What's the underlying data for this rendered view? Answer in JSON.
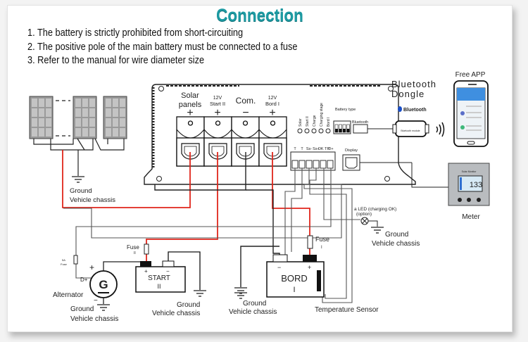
{
  "title": "Connection",
  "notes": [
    "1. The battery is strictly prohibited from short-circuiting",
    "2. The positive pole of the main battery must be connected to a fuse",
    "3. Refer to the manual for wire diameter size"
  ],
  "controller": {
    "terminals": [
      {
        "line1": "Solar",
        "line2": "panels",
        "polarity": "+"
      },
      {
        "line1": "12V",
        "line2": "Start II",
        "polarity": "+"
      },
      {
        "line1": "",
        "line2": "Com.",
        "polarity": "−"
      },
      {
        "line1": "12V",
        "line2": "Bord I",
        "polarity": "+"
      }
    ],
    "leds": [
      "Solar",
      "Start II",
      "Charge",
      "Charging stage",
      "Bord I"
    ],
    "battery_type_label": "Battery type",
    "bluetooth_port": "Bluetooth",
    "signal_pins": [
      "T",
      "T",
      "Ss-",
      "Ss+",
      "OK TR",
      "D+"
    ],
    "display_port": "Display"
  },
  "bluetooth": {
    "title_line1": "Bluetooth",
    "title_line2": "Dongle",
    "logo_text": "Bluetooth",
    "module_text": "Bluetooth module"
  },
  "app": {
    "label": "Free APP"
  },
  "meter": {
    "label": "Meter",
    "reading": "133",
    "brand": "Solar Monitor"
  },
  "solar": {
    "ground_line1": "Ground",
    "ground_line2": "Vehicle chassis"
  },
  "led": {
    "line1": "a LED (charging OK)",
    "line2": "(option)",
    "ground_line1": "Ground",
    "ground_line2": "Vehicle chassis"
  },
  "alternator": {
    "label": "Alternator",
    "symbol": "G",
    "plus": "+",
    "minus": "−",
    "d_plus": "D+",
    "fuse_line1": "5A",
    "fuse_line2": "Fuse",
    "ground_line1": "Ground",
    "ground_line2": "Vehicle chassis"
  },
  "start_battery": {
    "name": "START",
    "index": "II",
    "plus": "+",
    "minus": "−",
    "fuse_line1": "Fuse",
    "fuse_line2": "II",
    "ground_line1": "Ground",
    "ground_line2": "Vehicle chassis"
  },
  "bord_battery": {
    "name": "BORD",
    "index": "I",
    "plus": "+",
    "minus": "−",
    "fuse_line1": "Fuse",
    "fuse_line2": "I",
    "ground_line1": "Ground",
    "ground_line2": "Vehicle chassis",
    "sensor_label": "Temperature Sensor"
  },
  "colors": {
    "title": "#1c9aa2",
    "positive_wire": "#e0261b",
    "wire": "#222222",
    "signal_wire": "#555555"
  }
}
